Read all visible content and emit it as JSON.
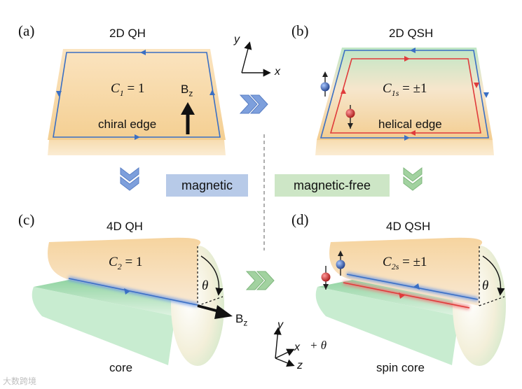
{
  "panels": {
    "a": {
      "tag": "(a)",
      "title": "2D QH",
      "invariant_sym": "C",
      "invariant_sub": "1",
      "invariant_val": "= 1",
      "field": "B",
      "field_sub": "z",
      "edge": "chiral edge"
    },
    "b": {
      "tag": "(b)",
      "title": "2D QSH",
      "invariant_sym": "C",
      "invariant_sub": "1s",
      "invariant_val": "= ±1",
      "edge": "helical edge"
    },
    "c": {
      "tag": "(c)",
      "title": "4D QH",
      "invariant_sym": "C",
      "invariant_sub": "2",
      "invariant_val": "= 1",
      "angle": "θ",
      "field": "B",
      "field_sub": "z",
      "core": "core"
    },
    "d": {
      "tag": "(d)",
      "title": "4D QSH",
      "invariant_sym": "C",
      "invariant_sub": "2s",
      "invariant_val": "= ±1",
      "angle": "θ",
      "core": "spin core"
    }
  },
  "boxes": {
    "magnetic": "magnetic",
    "magnetic_free": "magnetic-free"
  },
  "axes_top": {
    "y": "y",
    "x": "x"
  },
  "axes_bottom": {
    "y": "y",
    "x": "x",
    "theta": "+ θ",
    "z": "z"
  },
  "colors": {
    "slab": "#f6d9a6",
    "edge_blue": "#3a6fc4",
    "edge_red": "#e03b3b",
    "green": "#b9e2bd",
    "box_blue": "#b9cbe6",
    "box_green": "#cfe6c7",
    "chevron_blue": "#6b8ed0",
    "chevron_green": "#8cc08a"
  },
  "watermark": "大数跨境"
}
